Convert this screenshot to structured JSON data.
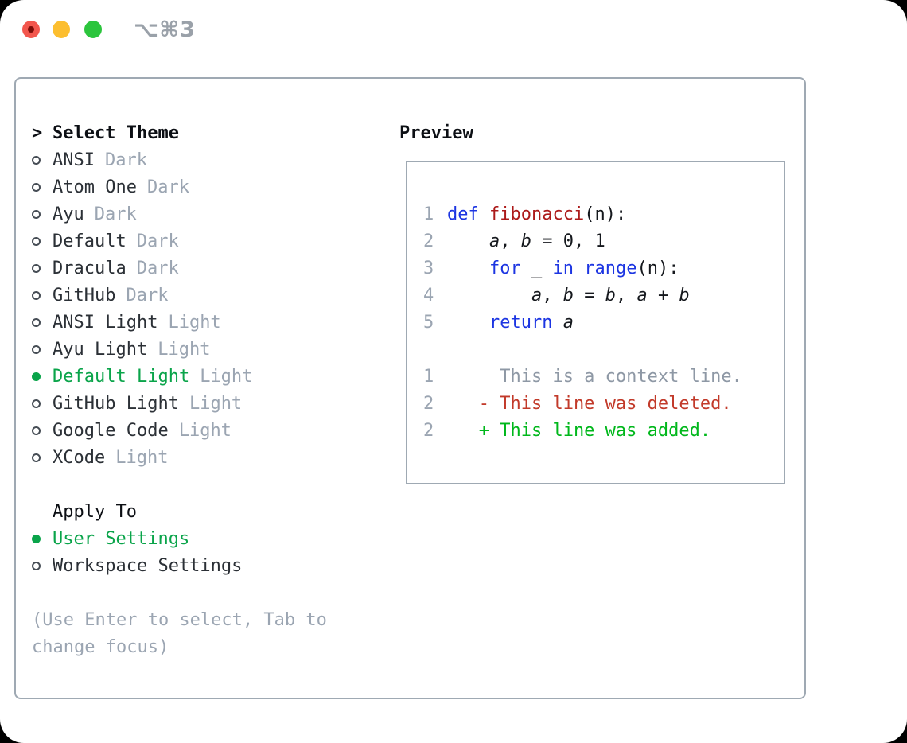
{
  "titlebar": {
    "shortcut_label": "⌥⌘3"
  },
  "theme_selector": {
    "prompt": ">",
    "title": "Select Theme",
    "items": [
      {
        "name": "ANSI",
        "variant": "Dark",
        "selected": false
      },
      {
        "name": "Atom One",
        "variant": "Dark",
        "selected": false
      },
      {
        "name": "Ayu",
        "variant": "Dark",
        "selected": false
      },
      {
        "name": "Default",
        "variant": "Dark",
        "selected": false
      },
      {
        "name": "Dracula",
        "variant": "Dark",
        "selected": false
      },
      {
        "name": "GitHub",
        "variant": "Dark",
        "selected": false
      },
      {
        "name": "ANSI Light",
        "variant": "Light",
        "selected": false
      },
      {
        "name": "Ayu Light",
        "variant": "Light",
        "selected": false
      },
      {
        "name": "Default Light",
        "variant": "Light",
        "selected": true
      },
      {
        "name": "GitHub Light",
        "variant": "Light",
        "selected": false
      },
      {
        "name": "Google Code",
        "variant": "Light",
        "selected": false
      },
      {
        "name": "XCode",
        "variant": "Light",
        "selected": false
      }
    ]
  },
  "apply_to": {
    "title": "Apply To",
    "options": [
      {
        "label": "User Settings",
        "selected": true
      },
      {
        "label": "Workspace Settings",
        "selected": false
      }
    ]
  },
  "hint": {
    "full": "(Use Enter to select, Tab to change focus)",
    "line1": "(Use Enter to select, Tab to",
    "line2": "change focus)"
  },
  "preview": {
    "title": "Preview",
    "code_lines": [
      {
        "num": "1",
        "segments": [
          {
            "text": "def",
            "style": "keyword"
          },
          {
            "text": " ",
            "style": "plain"
          },
          {
            "text": "fibonacci",
            "style": "function"
          },
          {
            "text": "(n):",
            "style": "plain"
          }
        ]
      },
      {
        "num": "2",
        "segments": [
          {
            "text": "    ",
            "style": "plain"
          },
          {
            "text": "a",
            "style": "variable"
          },
          {
            "text": ", ",
            "style": "plain"
          },
          {
            "text": "b",
            "style": "variable"
          },
          {
            "text": " = 0, 1",
            "style": "plain"
          }
        ]
      },
      {
        "num": "3",
        "segments": [
          {
            "text": "    ",
            "style": "plain"
          },
          {
            "text": "for",
            "style": "keyword"
          },
          {
            "text": " _ ",
            "style": "plain"
          },
          {
            "text": "in",
            "style": "keyword"
          },
          {
            "text": " ",
            "style": "plain"
          },
          {
            "text": "range",
            "style": "keyword"
          },
          {
            "text": "(n):",
            "style": "plain"
          }
        ]
      },
      {
        "num": "4",
        "segments": [
          {
            "text": "        ",
            "style": "plain"
          },
          {
            "text": "a",
            "style": "variable"
          },
          {
            "text": ", ",
            "style": "plain"
          },
          {
            "text": "b",
            "style": "variable"
          },
          {
            "text": " = ",
            "style": "plain"
          },
          {
            "text": "b",
            "style": "variable"
          },
          {
            "text": ", ",
            "style": "plain"
          },
          {
            "text": "a",
            "style": "variable"
          },
          {
            "text": " + ",
            "style": "plain"
          },
          {
            "text": "b",
            "style": "variable"
          }
        ]
      },
      {
        "num": "5",
        "segments": [
          {
            "text": "    ",
            "style": "plain"
          },
          {
            "text": "return",
            "style": "keyword"
          },
          {
            "text": " ",
            "style": "plain"
          },
          {
            "text": "a",
            "style": "variable"
          }
        ]
      }
    ],
    "diff_lines": [
      {
        "num": "1",
        "text": "     This is a context line.",
        "style": "context"
      },
      {
        "num": "2",
        "text": "   - This line was deleted.",
        "style": "deleted"
      },
      {
        "num": "2",
        "text": "   + This line was added.",
        "style": "added"
      }
    ]
  },
  "colors": {
    "selected_green": "#0aa44a",
    "added_green": "#00b71b",
    "deleted_red": "#c23a2a",
    "keyword_blue": "#1c35e2",
    "function_red": "#ac1a1a",
    "muted_gray": "#9ba5b2",
    "context_gray": "#8e98a5",
    "text_dark": "#2b3036",
    "heading_black": "#0c0f14",
    "border_gray": "#9fa9b3",
    "code_black": "#15181d",
    "traffic_red": "#f2564d",
    "traffic_red_dot": "#7c0c08",
    "traffic_yellow": "#fcbe2f",
    "traffic_green": "#2cc53d",
    "title_gray": "#9aa1a9"
  }
}
